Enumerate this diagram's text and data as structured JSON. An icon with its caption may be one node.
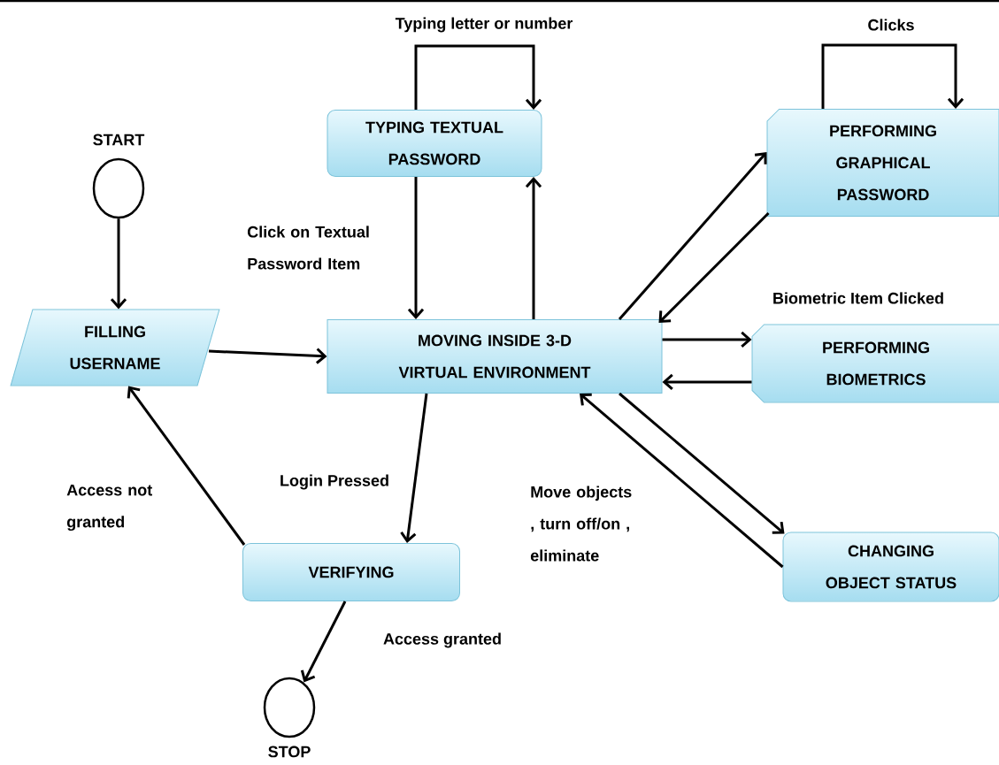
{
  "diagram": {
    "nodes": [
      {
        "text": [],
        "shape": "circle",
        "beside": [
          "START"
        ]
      },
      {
        "text": [
          "FILLING USERNAME"
        ]
      },
      {
        "text": [
          "TYPING TEXTUAL PASSWORD"
        ]
      },
      {
        "text": [
          "MOVING INSIDE 3-D VIRTUAL ENVIRONMENT"
        ]
      },
      {
        "text": [
          "PERFORMING GRAPHICAL PASSWORD"
        ]
      },
      {
        "text": [
          "PERFORMING BIOMETRICS"
        ]
      },
      {
        "text": [
          "VERIFYING"
        ]
      },
      {
        "text": [
          "CHANGING OBJECT STATUS"
        ]
      },
      {
        "text": [],
        "shape": "circle",
        "beside": [
          "STOP"
        ]
      }
    ],
    "edges": [
      {
        "from": 0,
        "to": 1,
        "arrow": "to"
      },
      {
        "from": 1,
        "to": 3,
        "arrow": "to"
      },
      {
        "from": 2,
        "to": 2,
        "arrow": "to",
        "label": "Typing letter or number"
      },
      {
        "from": 2,
        "to": 3,
        "arrow": "to",
        "label": "Click on Textual Password Item"
      },
      {
        "from": 3,
        "to": 2,
        "arrow": "to"
      },
      {
        "from": 3,
        "to": 4,
        "arrow": "to"
      },
      {
        "from": 4,
        "to": 3,
        "arrow": "to"
      },
      {
        "from": 4,
        "to": 4,
        "arrow": "to",
        "label": "Clicks"
      },
      {
        "from": 3,
        "to": 5,
        "arrow": "to",
        "label": "Biometric Item Clicked"
      },
      {
        "from": 5,
        "to": 3,
        "arrow": "to"
      },
      {
        "from": 3,
        "to": 6,
        "arrow": "to",
        "label": "Login Pressed"
      },
      {
        "from": 6,
        "to": 1,
        "arrow": "to",
        "label": "Access not granted"
      },
      {
        "from": 6,
        "to": 8,
        "arrow": "to",
        "label": "Access granted"
      },
      {
        "from": 3,
        "to": 7,
        "arrow": "to"
      },
      {
        "from": 7,
        "to": 3,
        "arrow": "to",
        "label": "Move objects , turn off/on , eliminate"
      }
    ]
  }
}
